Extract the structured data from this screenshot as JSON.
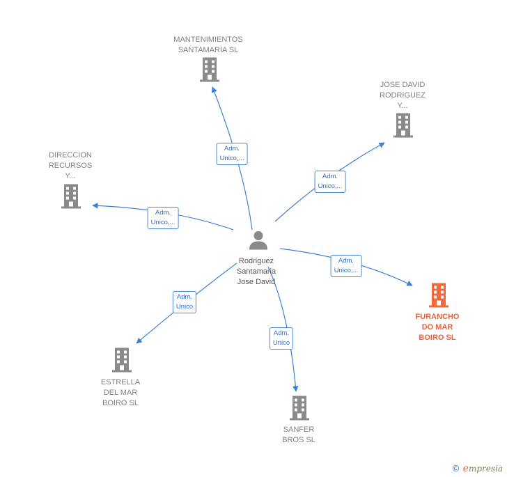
{
  "diagram": {
    "center": {
      "name": "Rodriguez\nSantamaria\nJose David",
      "icon": "person-icon",
      "color": "#8a8a8a"
    },
    "companies": [
      {
        "id": "mantenimientos",
        "name": "MANTENIMIENTOS\nSANTAMARIA SL",
        "icon": "building-icon",
        "color": "#8a8a8a",
        "focus": false
      },
      {
        "id": "jose-david-rodriguez",
        "name": "JOSE DAVID\nRODRIGUEZ\nY...",
        "icon": "building-icon",
        "color": "#8a8a8a",
        "focus": false
      },
      {
        "id": "direccion-recursos",
        "name": "DIRECCION\nRECURSOS\nY...",
        "icon": "building-icon",
        "color": "#8a8a8a",
        "focus": false
      },
      {
        "id": "furancho",
        "name": "FURANCHO\nDO MAR\nBOIRO  SL",
        "icon": "building-icon",
        "color": "#f06a3e",
        "focus": true
      },
      {
        "id": "estrella",
        "name": "ESTRELLA\nDEL MAR\nBOIRO SL",
        "icon": "building-icon",
        "color": "#8a8a8a",
        "focus": false
      },
      {
        "id": "sanfer",
        "name": "SANFER\nBROS  SL",
        "icon": "building-icon",
        "color": "#8a8a8a",
        "focus": false
      }
    ],
    "edges": [
      {
        "to": "mantenimientos",
        "label": "Adm.\nUnico,..."
      },
      {
        "to": "jose-david-rodriguez",
        "label": "Adm.\nUnico,..."
      },
      {
        "to": "direccion-recursos",
        "label": "Adm.\nUnico,..."
      },
      {
        "to": "furancho",
        "label": "Adm.\nUnico,..."
      },
      {
        "to": "estrella",
        "label": "Adm.\nUnico"
      },
      {
        "to": "sanfer",
        "label": "Adm.\nUnico"
      }
    ],
    "edge_color": "#3d7fd6"
  },
  "footer": {
    "copyright_symbol": "©",
    "brand_initial": "e",
    "brand_rest": "mpresia"
  }
}
